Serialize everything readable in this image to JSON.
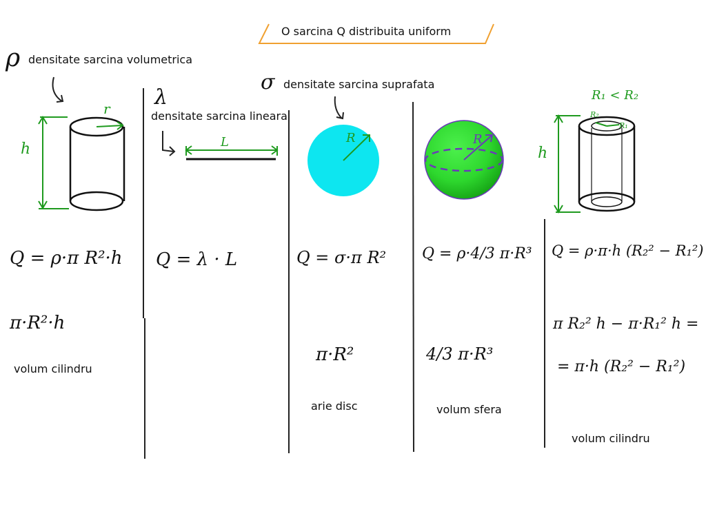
{
  "title": "O sarcina Q distribuita uniform",
  "labels": {
    "volumetric": "densitate sarcina volumetrica",
    "linear": "densitate sarcina lineara",
    "surface": "densitate sarcina suprafata"
  },
  "symbols": {
    "rho": "ρ",
    "lambda": "λ",
    "sigma": "σ",
    "h": "h",
    "r": "r",
    "L": "L",
    "R": "R",
    "R1": "R₁",
    "R2": "R₂",
    "R1_lt_R2": "R₁ < R₂"
  },
  "formulas": {
    "cyl_charge": "Q = ρ·π R²·h",
    "cyl_volume_expr": "π·R²·h",
    "line_charge": "Q = λ · L",
    "disc_charge": "Q = σ·π R²",
    "disc_area_expr": "π·R²",
    "sphere_charge": "Q = ρ·4/3 π·R³",
    "sphere_volume_expr": "4/3 π·R³",
    "shell_charge": "Q = ρ·π·h (R₂² − R₁²)",
    "shell_line1": "π R₂² h − π·R₁² h =",
    "shell_line2": "= π·h (R₂² − R₁²)"
  },
  "captions": {
    "cyl": "volum cilindru",
    "disc": "arie disc",
    "sphere": "volum sfera",
    "shell": "volum cilindru"
  },
  "colors": {
    "accent_orange": "#f0a030",
    "green": "#1e9a1e",
    "disc_cyan": "#0de6f0",
    "sphere_green": "#2ee02e",
    "sphere_dashes": "#6a3ab8"
  }
}
